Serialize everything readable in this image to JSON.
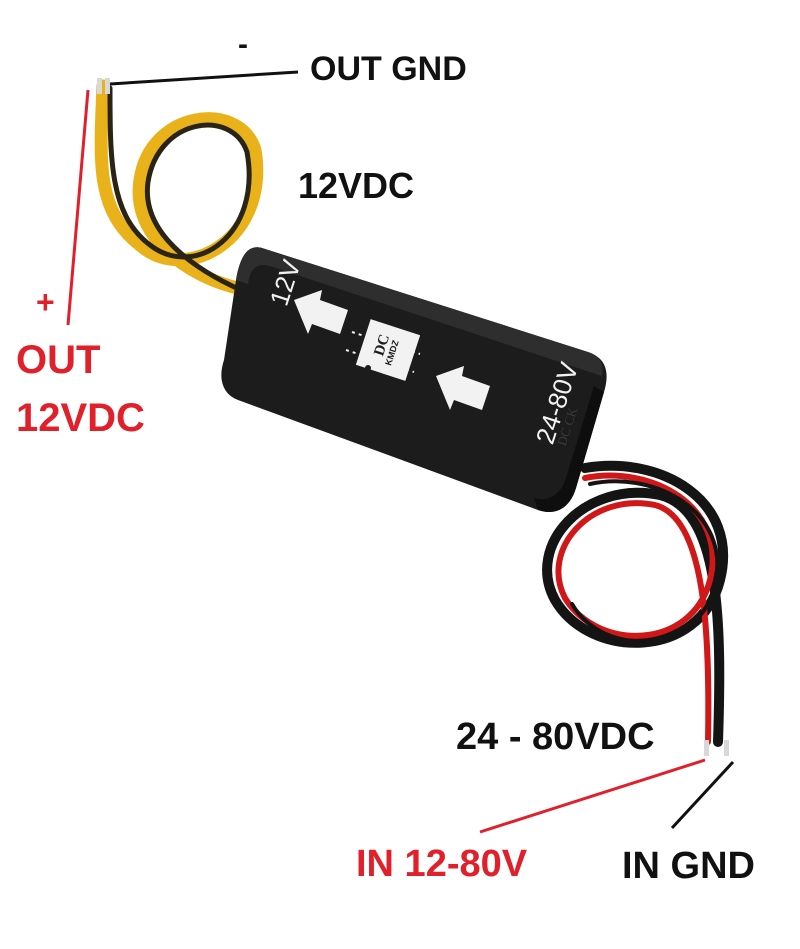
{
  "labels": {
    "minus": "-",
    "out_gnd": "OUT GND",
    "wire_12vdc": "12VDC",
    "plus": "+",
    "out": "OUT",
    "out_12vdc": "12VDC",
    "in_range": "24 - 80VDC",
    "in_12_80v": "IN 12-80V",
    "in_gnd": "IN GND"
  },
  "module": {
    "out_voltage": "12V",
    "in_voltage": "24-80V",
    "chip_line1": "DC",
    "chip_line2": "KMDZ",
    "side_mark": "DC CK"
  },
  "colors": {
    "label_black": "#111111",
    "label_red": "#e0202a",
    "module_body": "#1c1c1c",
    "wire_yellow": "#e9b21a",
    "wire_red": "#d01818",
    "wire_black": "#141414"
  }
}
